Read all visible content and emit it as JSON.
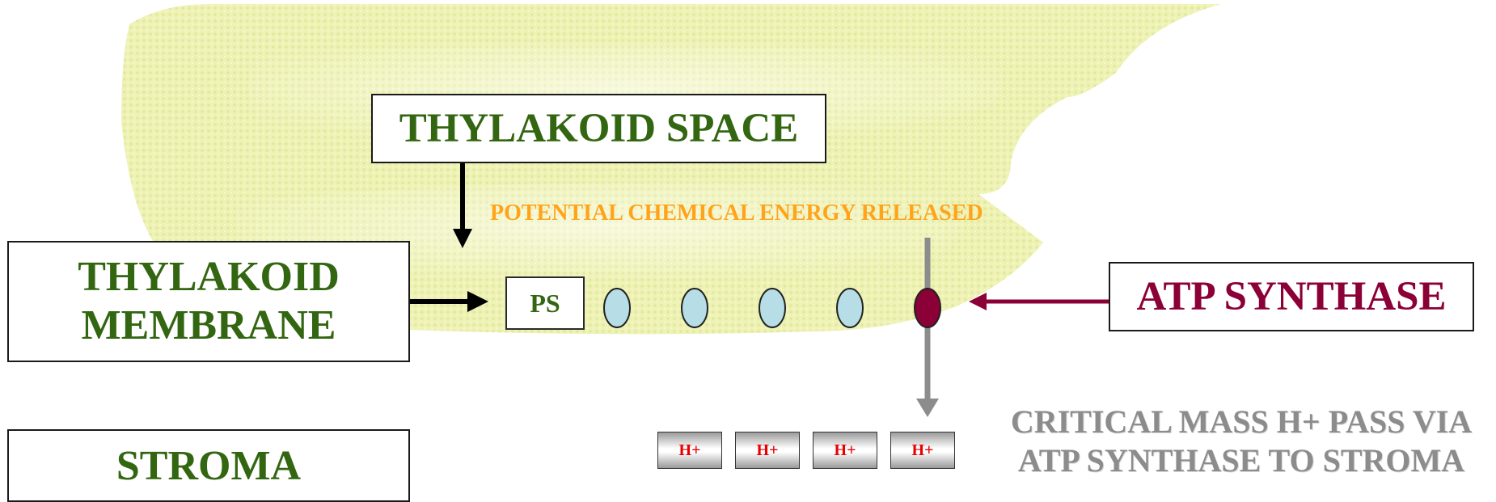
{
  "labels": {
    "thylakoid_space": "THYLAKOID SPACE",
    "thylakoid_membrane_line1": "THYLAKOID",
    "thylakoid_membrane_line2": "MEMBRANE",
    "stroma": "STROMA",
    "atp_synthase": "ATP SYNTHASE",
    "ps": "PS",
    "energy_released": "POTENTIAL CHEMICAL ENERGY RELEASED",
    "critical_line1": "CRITICAL MASS H+ PASS VIA",
    "critical_line2": "ATP SYNTHASE TO STROMA"
  },
  "protons": [
    "H+",
    "H+",
    "H+",
    "H+"
  ],
  "colors": {
    "label_green": "#336611",
    "atp_red": "#8b0036",
    "energy_orange": "#ffa41a",
    "carrier_fill": "#b7dde6",
    "proton_text": "#e60000",
    "flow_gray": "#8c8c8c"
  },
  "carriers": {
    "count": 4
  }
}
